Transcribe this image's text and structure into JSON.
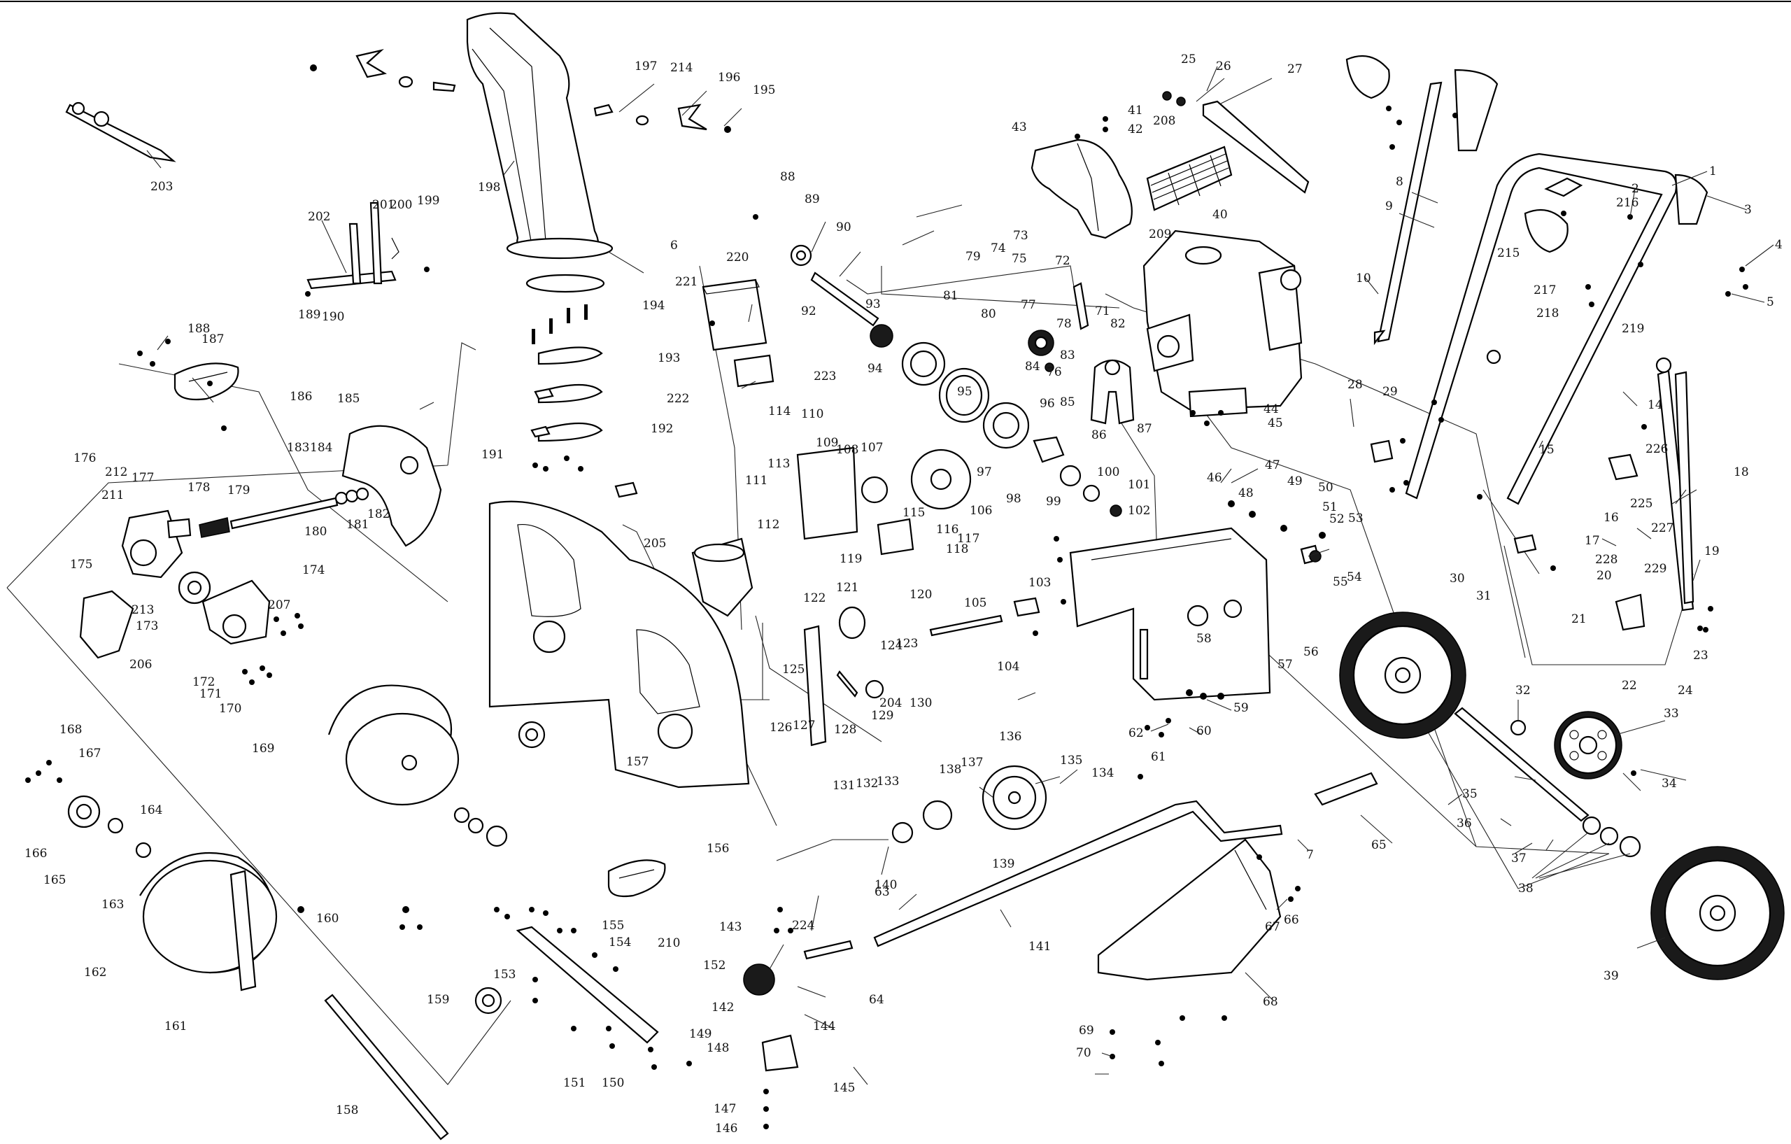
{
  "diagram": {
    "labels": [
      {
        "t": "1"
      },
      {
        "t": "2"
      },
      {
        "t": "3"
      },
      {
        "t": "4"
      },
      {
        "t": "5"
      },
      {
        "t": "6"
      },
      {
        "t": "7"
      },
      {
        "t": "8"
      },
      {
        "t": "9"
      },
      {
        "t": "10"
      },
      {
        "t": "14"
      },
      {
        "t": "15"
      },
      {
        "t": "16"
      },
      {
        "t": "17"
      },
      {
        "t": "18"
      },
      {
        "t": "19"
      },
      {
        "t": "20"
      },
      {
        "t": "21"
      },
      {
        "t": "22"
      },
      {
        "t": "23"
      },
      {
        "t": "24"
      },
      {
        "t": "25"
      },
      {
        "t": "26"
      },
      {
        "t": "27"
      },
      {
        "t": "28"
      },
      {
        "t": "29"
      },
      {
        "t": "30"
      },
      {
        "t": "31"
      },
      {
        "t": "32"
      },
      {
        "t": "33"
      },
      {
        "t": "34"
      },
      {
        "t": "35"
      },
      {
        "t": "36"
      },
      {
        "t": "37"
      },
      {
        "t": "38"
      },
      {
        "t": "39"
      },
      {
        "t": "40"
      },
      {
        "t": "41"
      },
      {
        "t": "42"
      },
      {
        "t": "43"
      },
      {
        "t": "44"
      },
      {
        "t": "45"
      },
      {
        "t": "46"
      },
      {
        "t": "47"
      },
      {
        "t": "48"
      },
      {
        "t": "49"
      },
      {
        "t": "50"
      },
      {
        "t": "51"
      },
      {
        "t": "52"
      },
      {
        "t": "53"
      },
      {
        "t": "54"
      },
      {
        "t": "55"
      },
      {
        "t": "56"
      },
      {
        "t": "57"
      },
      {
        "t": "58"
      },
      {
        "t": "59"
      },
      {
        "t": "60"
      },
      {
        "t": "61"
      },
      {
        "t": "62"
      },
      {
        "t": "63"
      },
      {
        "t": "64"
      },
      {
        "t": "65"
      },
      {
        "t": "66"
      },
      {
        "t": "67"
      },
      {
        "t": "68"
      },
      {
        "t": "69"
      },
      {
        "t": "70"
      },
      {
        "t": "71"
      },
      {
        "t": "72"
      },
      {
        "t": "73"
      },
      {
        "t": "74"
      },
      {
        "t": "75"
      },
      {
        "t": "76"
      },
      {
        "t": "77"
      },
      {
        "t": "78"
      },
      {
        "t": "79"
      },
      {
        "t": "80"
      },
      {
        "t": "81"
      },
      {
        "t": "82"
      },
      {
        "t": "83"
      },
      {
        "t": "84"
      },
      {
        "t": "85"
      },
      {
        "t": "86"
      },
      {
        "t": "87"
      },
      {
        "t": "88"
      },
      {
        "t": "89"
      },
      {
        "t": "90"
      },
      {
        "t": "92"
      },
      {
        "t": "93"
      },
      {
        "t": "94"
      },
      {
        "t": "95"
      },
      {
        "t": "96"
      },
      {
        "t": "97"
      },
      {
        "t": "98"
      },
      {
        "t": "99"
      },
      {
        "t": "100"
      },
      {
        "t": "101"
      },
      {
        "t": "102"
      },
      {
        "t": "103"
      },
      {
        "t": "104"
      },
      {
        "t": "105"
      },
      {
        "t": "106"
      },
      {
        "t": "107"
      },
      {
        "t": "108"
      },
      {
        "t": "109"
      },
      {
        "t": "110"
      },
      {
        "t": "111"
      },
      {
        "t": "112"
      },
      {
        "t": "113"
      },
      {
        "t": "114"
      },
      {
        "t": "115"
      },
      {
        "t": "116"
      },
      {
        "t": "117"
      },
      {
        "t": "118"
      },
      {
        "t": "119"
      },
      {
        "t": "120"
      },
      {
        "t": "121"
      },
      {
        "t": "122"
      },
      {
        "t": "123"
      },
      {
        "t": "124"
      },
      {
        "t": "125"
      },
      {
        "t": "126"
      },
      {
        "t": "127"
      },
      {
        "t": "128"
      },
      {
        "t": "129"
      },
      {
        "t": "130"
      },
      {
        "t": "131"
      },
      {
        "t": "132"
      },
      {
        "t": "133"
      },
      {
        "t": "134"
      },
      {
        "t": "135"
      },
      {
        "t": "136"
      },
      {
        "t": "137"
      },
      {
        "t": "138"
      },
      {
        "t": "139"
      },
      {
        "t": "140"
      },
      {
        "t": "141"
      },
      {
        "t": "142"
      },
      {
        "t": "143"
      },
      {
        "t": "144"
      },
      {
        "t": "145"
      },
      {
        "t": "146"
      },
      {
        "t": "147"
      },
      {
        "t": "148"
      },
      {
        "t": "149"
      },
      {
        "t": "150"
      },
      {
        "t": "151"
      },
      {
        "t": "152"
      },
      {
        "t": "153"
      },
      {
        "t": "154"
      },
      {
        "t": "155"
      },
      {
        "t": "156"
      },
      {
        "t": "157"
      },
      {
        "t": "158"
      },
      {
        "t": "159"
      },
      {
        "t": "160"
      },
      {
        "t": "161"
      },
      {
        "t": "162"
      },
      {
        "t": "163"
      },
      {
        "t": "164"
      },
      {
        "t": "165"
      },
      {
        "t": "166"
      },
      {
        "t": "167"
      },
      {
        "t": "168"
      },
      {
        "t": "169"
      },
      {
        "t": "170"
      },
      {
        "t": "171"
      },
      {
        "t": "172"
      },
      {
        "t": "173"
      },
      {
        "t": "174"
      },
      {
        "t": "175"
      },
      {
        "t": "176"
      },
      {
        "t": "177"
      },
      {
        "t": "178"
      },
      {
        "t": "179"
      },
      {
        "t": "180"
      },
      {
        "t": "181"
      },
      {
        "t": "182"
      },
      {
        "t": "183"
      },
      {
        "t": "184"
      },
      {
        "t": "185"
      },
      {
        "t": "186"
      },
      {
        "t": "187"
      },
      {
        "t": "188"
      },
      {
        "t": "189"
      },
      {
        "t": "190"
      },
      {
        "t": "191"
      },
      {
        "t": "192"
      },
      {
        "t": "193"
      },
      {
        "t": "194"
      },
      {
        "t": "195"
      },
      {
        "t": "196"
      },
      {
        "t": "197"
      },
      {
        "t": "198"
      },
      {
        "t": "199"
      },
      {
        "t": "200"
      },
      {
        "t": "201"
      },
      {
        "t": "202"
      },
      {
        "t": "203"
      },
      {
        "t": "204"
      },
      {
        "t": "205"
      },
      {
        "t": "206"
      },
      {
        "t": "207"
      },
      {
        "t": "208"
      },
      {
        "t": "209"
      },
      {
        "t": "210"
      },
      {
        "t": "211"
      },
      {
        "t": "212"
      },
      {
        "t": "213"
      },
      {
        "t": "214"
      },
      {
        "t": "215"
      },
      {
        "t": "216"
      },
      {
        "t": "217"
      },
      {
        "t": "218"
      },
      {
        "t": "219"
      },
      {
        "t": "220"
      },
      {
        "t": "221"
      },
      {
        "t": "222"
      },
      {
        "t": "223"
      },
      {
        "t": "224"
      },
      {
        "t": "225"
      },
      {
        "t": "226"
      },
      {
        "t": "227"
      },
      {
        "t": "228"
      },
      {
        "t": "229"
      }
    ]
  }
}
